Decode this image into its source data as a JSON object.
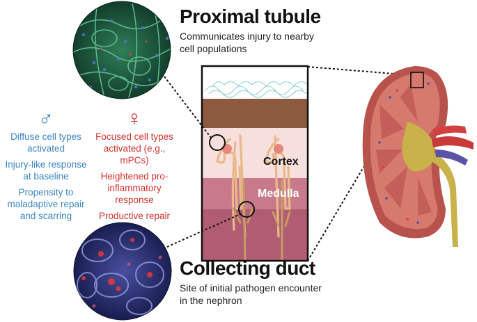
{
  "proximal": {
    "title": "Proximal tubule",
    "subtitle_line1": "Communicates injury to nearby",
    "subtitle_line2": "cell populations"
  },
  "collecting": {
    "title": "Collecting duct",
    "subtitle_line1": "Site of initial pathogen encounter",
    "subtitle_line2": "in the nephron"
  },
  "male": {
    "symbol": "♂",
    "item1_line1": "Diffuse cell types",
    "item1_line2": "activated",
    "item2_line1": "Injury-like response",
    "item2_line2": "at baseline",
    "item3_line1": "Propensity to",
    "item3_line2": "maladaptive repair",
    "item3_line3": "and scarring",
    "color": "#3b86c4"
  },
  "female": {
    "symbol": "♀",
    "item1_line1": "Focused cell types",
    "item1_line2": "activated (e.g., mPCs)",
    "item2_line1": "Heightened pro-",
    "item2_line2": "inflammatory",
    "item2_line3": "response",
    "item3_line1": "Productive repair",
    "color": "#d2322d"
  },
  "tissue": {
    "cortex_label": "Cortex",
    "medulla_label": "Medulla"
  },
  "icons": [
    "proximal-tubule-micrograph",
    "collecting-duct-micrograph",
    "kidney-cross-section",
    "nephron-diagram"
  ]
}
